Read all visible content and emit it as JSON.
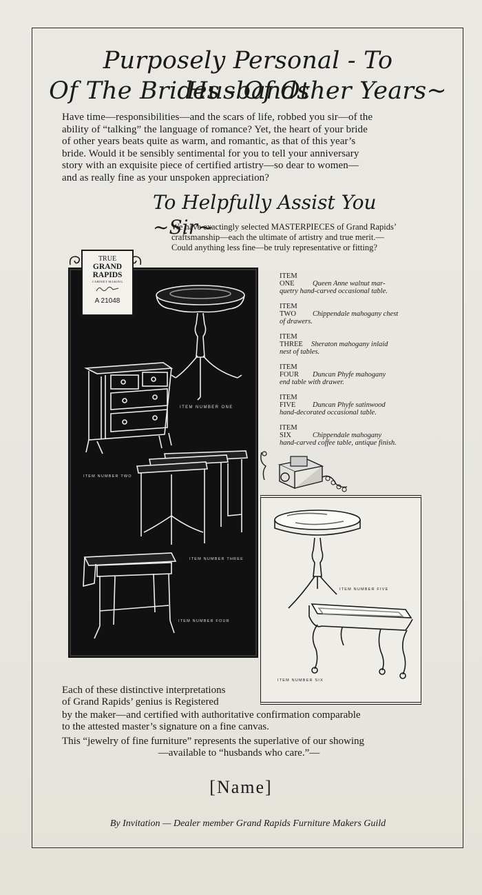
{
  "headline": {
    "line1": "Purposely Personal - To Husbands",
    "line2": "Of The Brides - Of Other Years~"
  },
  "intro": {
    "lines": [
      "Have time—responsibilities—and the scars of life, robbed you sir—of the",
      "ability of “talking” the language of romance? Yet, the heart of your bride",
      "of other years beats quite as warm, and romantic, as that of this year’s",
      "bride. Would it be sensibly sentimental for you to tell your anniversary",
      "story with an exquisite piece of certified artistry—so dear to women—",
      "and as really fine as your unspoken appreciation?"
    ]
  },
  "subhead": "To Helpfully Assist You ~Sir~",
  "masterpieces": {
    "lines": [
      "We have exactingly selected MASTERPIECES of Grand Rapids’",
      "craftsmanship—each the ultimate of artistry and true merit.—",
      "Could anything less fine—be truly representative or fitting?"
    ]
  },
  "stamp": {
    "line1": "TRUE",
    "line2": "GRAND",
    "line3": "RAPIDS",
    "line4": "CABINET MAKING",
    "number": "A 21048"
  },
  "items": [
    {
      "label": "ITEM",
      "number": "ONE",
      "desc_first": "Queen Anne walnut mar-",
      "desc_rest": "quetry hand-carved occasional table."
    },
    {
      "label": "ITEM",
      "number": "TWO",
      "desc_first": "Chippendale mahogany chest",
      "desc_rest": "of drawers."
    },
    {
      "label": "ITEM",
      "number": "THREE",
      "desc_first": "Sheraton mahogany inlaid",
      "desc_rest": "nest of tables."
    },
    {
      "label": "ITEM",
      "number": "FOUR",
      "desc_first": "Duncan Phyfe mahogany",
      "desc_rest": "end table with drawer."
    },
    {
      "label": "ITEM",
      "number": "FIVE",
      "desc_first": "Duncan Phyfe satinwood",
      "desc_rest": "hand-decorated occasional table."
    },
    {
      "label": "ITEM",
      "number": "SIX",
      "desc_first": "Chippendale mahogany",
      "desc_rest": "hand-carved coffee table, antique finish."
    }
  ],
  "captions": {
    "one": "ITEM NUMBER ONE",
    "two": "ITEM NUMBER TWO",
    "three": "ITEM NUMBER THREE",
    "four": "ITEM NUMBER FOUR",
    "five": "ITEM NUMBER FIVE",
    "six": "ITEM NUMBER SIX"
  },
  "closing": {
    "line1": "Each of these distinctive interpretations",
    "line2": "of Grand Rapids’ genius is Registered",
    "line3": "by the maker—and certified with authoritative confirmation comparable",
    "line4": "to the attested master’s signature on a fine canvas.",
    "line5": "This “jewelry of fine furniture” represents the superlative of our showing",
    "line6": "—available to “husbands who care.”—"
  },
  "name_placeholder": "[Name]",
  "footer": "By Invitation — Dealer member Grand Rapids Furniture Makers Guild"
}
